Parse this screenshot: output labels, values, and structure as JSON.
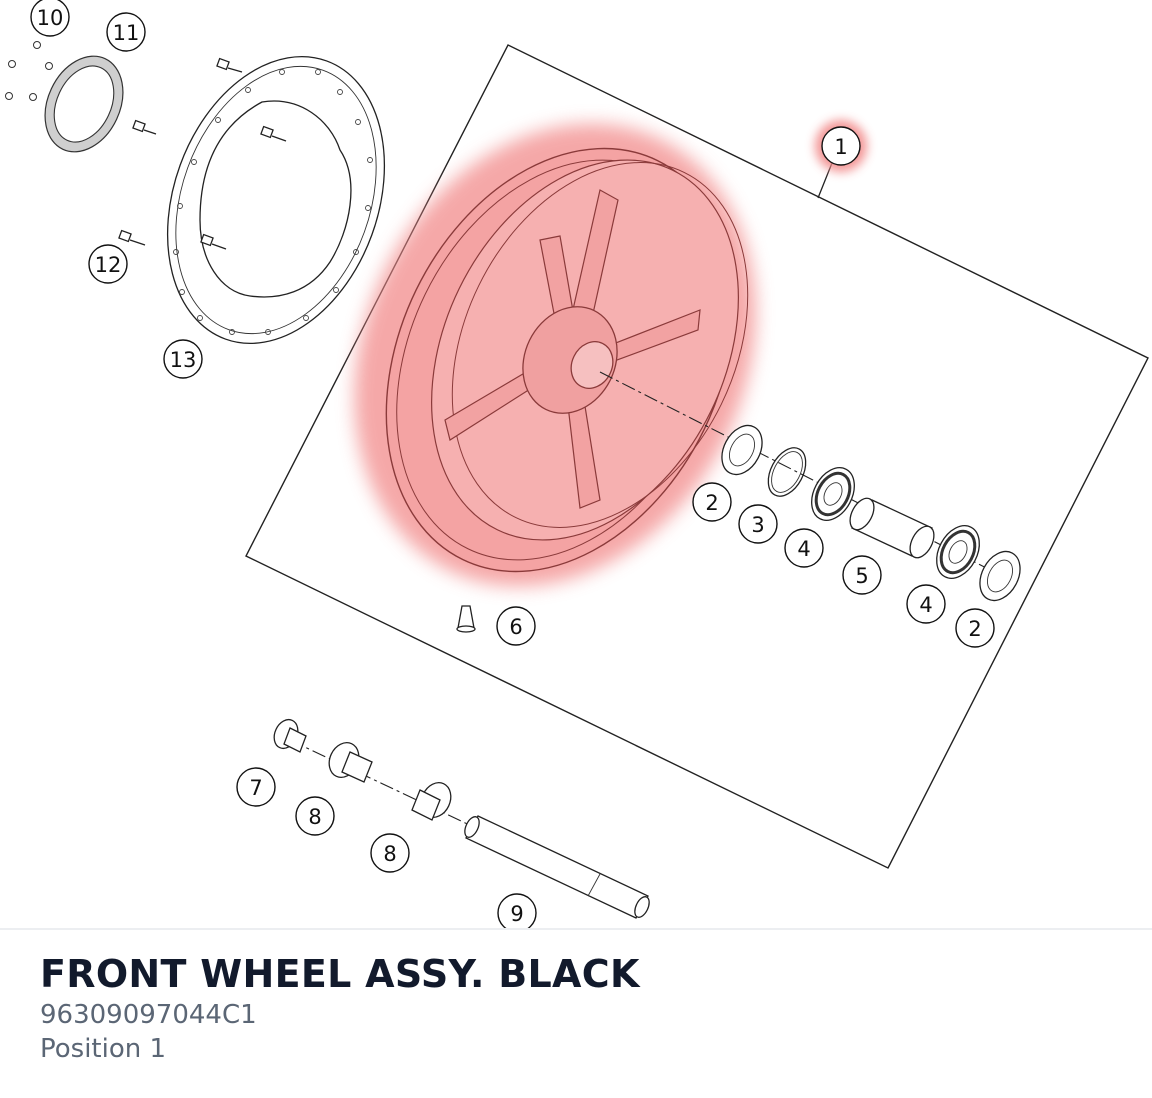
{
  "part": {
    "title": "FRONT WHEEL ASSY. BLACK",
    "number": "96309097044C1",
    "position": "Position 1"
  },
  "highlight_color": "#f28b8b",
  "callouts": [
    {
      "id": "callout-1",
      "label": "1",
      "highlighted": true
    },
    {
      "id": "callout-2a",
      "label": "2"
    },
    {
      "id": "callout-3",
      "label": "3"
    },
    {
      "id": "callout-4a",
      "label": "4"
    },
    {
      "id": "callout-5",
      "label": "5"
    },
    {
      "id": "callout-4b",
      "label": "4"
    },
    {
      "id": "callout-2b",
      "label": "2"
    },
    {
      "id": "callout-6",
      "label": "6"
    },
    {
      "id": "callout-7",
      "label": "7"
    },
    {
      "id": "callout-8a",
      "label": "8"
    },
    {
      "id": "callout-8b",
      "label": "8"
    },
    {
      "id": "callout-9",
      "label": "9"
    },
    {
      "id": "callout-10",
      "label": "10"
    },
    {
      "id": "callout-11",
      "label": "11"
    },
    {
      "id": "callout-12",
      "label": "12"
    },
    {
      "id": "callout-13",
      "label": "13"
    }
  ]
}
